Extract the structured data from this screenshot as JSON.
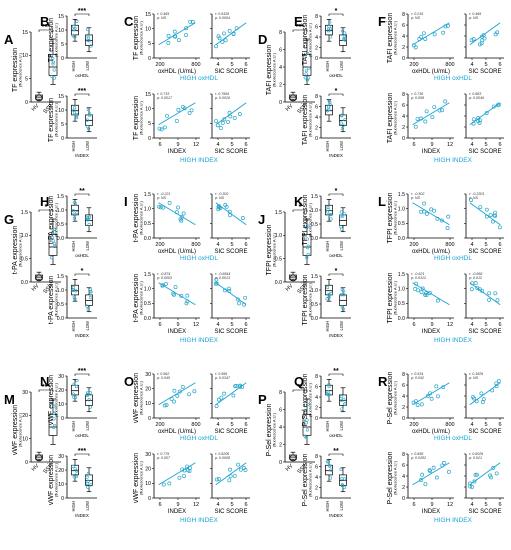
{
  "colors": {
    "accent": "#1aa3d6",
    "marker": "#2aa6c8",
    "box": "#000000"
  },
  "panels": [
    {
      "id": "A",
      "kind": "hv",
      "ylab": "TF expression",
      "ysub": "(fluorescence A.U.)",
      "sig": "***",
      "yticks": [
        "0",
        "5",
        "10",
        "15"
      ]
    },
    {
      "id": "B",
      "kind": "hl",
      "ylab": "TF expression",
      "ysub": "(fluorescence A.U.)",
      "yticks": [
        "0",
        "5",
        "10",
        "15"
      ],
      "top_sig": "***",
      "bot_sig": "***",
      "top_x": "oxHDL",
      "bot_x": "INDEX",
      "cats": [
        "HIGH",
        "LOW"
      ]
    },
    {
      "id": "C",
      "kind": "sc",
      "top_stats": [
        [
          "r: 0.465",
          "p: NS"
        ],
        [
          "r: 0.6326",
          "p: 0.0004"
        ]
      ],
      "bot_stats": [
        [
          "r: 0.733",
          "p: 0.0017"
        ],
        [
          "r: 0.7664",
          "p: 0.0026"
        ]
      ],
      "top_xt": [
        [
          "200",
          "800"
        ],
        [
          "4",
          "5",
          "6"
        ]
      ],
      "bot_xt": [
        [
          "6",
          "9",
          "12"
        ],
        [
          "4",
          "5",
          "6"
        ]
      ],
      "top_xl": [
        "oxHDL (U/mL)",
        "SIC SCORE"
      ],
      "bot_xl": [
        "INDEX",
        "SIC SCORE"
      ],
      "top_banner": "HIGH oxHDL",
      "bot_banner": "HIGH INDEX",
      "yticks": [
        "0",
        "5",
        "10",
        "15"
      ],
      "trends": [
        "up",
        "up",
        "up",
        "up"
      ]
    },
    {
      "id": "D",
      "kind": "hv",
      "ylab": "TAFI expression",
      "ysub": "(fluorescence A.U.)",
      "sig": "***",
      "yticks": [
        "0",
        "2",
        "4",
        "6",
        "8"
      ]
    },
    {
      "id": "E",
      "kind": "hl",
      "ylab": "TAFI expression",
      "ysub": "(fluorescence A.U.)",
      "yticks": [
        "0",
        "2",
        "4",
        "6",
        "8"
      ],
      "top_sig": "*",
      "bot_sig": "*",
      "top_x": "oxHDL",
      "bot_x": "INDEX",
      "cats": [
        "HIGH",
        "LOW"
      ]
    },
    {
      "id": "F",
      "kind": "sc",
      "top_stats": [
        [
          "r: 0.216",
          "p: NS"
        ],
        [
          "r: 0.466",
          "p: NS"
        ]
      ],
      "bot_stats": [
        [
          "r: 0.736",
          "p: 0.008"
        ],
        [
          "r: 0.683",
          "p: 0.0046"
        ]
      ],
      "top_xt": [
        [
          "200",
          "800"
        ],
        [
          "4",
          "5",
          "6"
        ]
      ],
      "bot_xt": [
        [
          "6",
          "9",
          "12"
        ],
        [
          "4",
          "5",
          "6"
        ]
      ],
      "top_xl": [
        "oxHDL (U/mL)",
        "SIC SCORE"
      ],
      "bot_xl": [
        "INDEX",
        "SIC SCORE"
      ],
      "top_banner": "HIGH oxHDL",
      "bot_banner": "HIGH INDEX",
      "yticks": [
        "0",
        "2",
        "4",
        "6",
        "8"
      ],
      "trends": [
        "up",
        "up",
        "up",
        "up"
      ]
    },
    {
      "id": "G",
      "kind": "hv",
      "ylab": "t-PA expression",
      "ysub": "(fluorescence A.U.)",
      "sig": "*",
      "yticks": [
        "0.0",
        "0.5",
        "1.0",
        "1.5"
      ]
    },
    {
      "id": "H",
      "kind": "hl",
      "ylab": "t-PA expression",
      "ysub": "(fluorescence A.U.)",
      "yticks": [
        "0.0",
        "0.5",
        "1.0",
        "1.5"
      ],
      "top_sig": "**",
      "bot_sig": "*",
      "top_x": "oxHDL",
      "bot_x": "INDEX",
      "cats": [
        "HIGH",
        "LOW"
      ]
    },
    {
      "id": "I",
      "kind": "sc",
      "top_stats": [
        [
          "r: -0.221",
          "p: NS"
        ],
        [
          "r: -0.302",
          "p: NS"
        ]
      ],
      "bot_stats": [
        [
          "r: -0.874",
          "p: 0.0003"
        ],
        [
          "r: -0.6844",
          "p: 0.0013"
        ]
      ],
      "top_xt": [
        [
          "200",
          "800"
        ],
        [
          "4",
          "5",
          "6"
        ]
      ],
      "bot_xt": [
        [
          "6",
          "9",
          "12"
        ],
        [
          "4",
          "5",
          "6"
        ]
      ],
      "top_xl": [
        "oxHDL (U/mL)",
        "SIC SCORE"
      ],
      "bot_xl": [
        "INDEX",
        "SIC SCORE"
      ],
      "top_banner": "HIGH oxHDL",
      "bot_banner": "HIGH INDEX",
      "yticks": [
        "0.0",
        "0.5",
        "1.0",
        "1.5"
      ],
      "trends": [
        "down",
        "down",
        "down",
        "down"
      ]
    },
    {
      "id": "J",
      "kind": "hv",
      "ylab": "TFPI expression",
      "ysub": "(fluorescence A.U.)",
      "sig": "*",
      "yticks": [
        "0.0",
        "0.5",
        "1.0",
        "1.5"
      ]
    },
    {
      "id": "K",
      "kind": "hl",
      "ylab": "TFPI expression",
      "ysub": "(fluorescence A.U.)",
      "yticks": [
        "0.0",
        "0.5",
        "1.0",
        "1.5"
      ],
      "top_sig": "*",
      "bot_sig": "*",
      "top_x": "oxHDL",
      "bot_x": "INDEX",
      "cats": [
        "HIGH",
        "LOW"
      ]
    },
    {
      "id": "L",
      "kind": "sc",
      "top_stats": [
        [
          "r: -0.502",
          "p: NS"
        ],
        [
          "r: -0.2301",
          "p: NS"
        ]
      ],
      "bot_stats": [
        [
          "r: -0.621",
          "p: 0.0312"
        ],
        [
          "r: -0.666",
          "p: 0.012"
        ]
      ],
      "top_xt": [
        [
          "200",
          "800"
        ],
        [
          "4",
          "5",
          "6"
        ]
      ],
      "bot_xt": [
        [
          "6",
          "9",
          "12"
        ],
        [
          "4",
          "5",
          "6"
        ]
      ],
      "top_xl": [
        "oxHDL (U/mL)",
        "SIC SCORE"
      ],
      "bot_xl": [
        "INDEX",
        "SIC SCORE"
      ],
      "top_banner": "HIGH oxHDL",
      "bot_banner": "HIGH INDEX",
      "yticks": [
        "0.0",
        "0.5",
        "1.0",
        "1.5"
      ],
      "trends": [
        "down",
        "down",
        "down",
        "down"
      ]
    },
    {
      "id": "M",
      "kind": "hv",
      "ylab": "vWF expression",
      "ysub": "(fluorescence A.U.)",
      "sig": "***",
      "yticks": [
        "0",
        "10",
        "20",
        "30"
      ]
    },
    {
      "id": "N",
      "kind": "hl",
      "ylab": "vWF expression",
      "ysub": "(fluorescence A.U.)",
      "yticks": [
        "0",
        "10",
        "20",
        "30"
      ],
      "top_sig": "***",
      "bot_sig": "***",
      "top_x": "oxHDL",
      "bot_x": "INDEX",
      "cats": [
        "HIGH",
        "LOW"
      ]
    },
    {
      "id": "O",
      "kind": "sc",
      "top_stats": [
        [
          "r: 0.562",
          "p: 0.045"
        ],
        [
          "r: 0.566",
          "p: 0.0347"
        ]
      ],
      "bot_stats": [
        [
          "r: 0.776",
          "p: 0.007"
        ],
        [
          "r: 0.8206",
          "p: 0.0008"
        ]
      ],
      "top_xt": [
        [
          "200",
          "800"
        ],
        [
          "4",
          "5",
          "6"
        ]
      ],
      "bot_xt": [
        [
          "6",
          "9",
          "12"
        ],
        [
          "4",
          "5",
          "6"
        ]
      ],
      "top_xl": [
        "oxHDL (U/mL)",
        "SIC SCORE"
      ],
      "bot_xl": [
        "INDEX",
        "SIC SCORE"
      ],
      "top_banner": "HIGH oxHDL",
      "bot_banner": "HIGH INDEX",
      "yticks": [
        "0",
        "10",
        "20",
        "30"
      ],
      "trends": [
        "up",
        "up",
        "up",
        "up"
      ]
    },
    {
      "id": "P",
      "kind": "hv",
      "ylab": "P-Sel expression",
      "ysub": "(fluorescence A.U.)",
      "sig": "**",
      "yticks": [
        "0",
        "2",
        "4",
        "6",
        "8"
      ]
    },
    {
      "id": "Q",
      "kind": "hl",
      "ylab": "P-Sel expression",
      "ysub": "(fluorescence A.U.)",
      "yticks": [
        "0",
        "2",
        "4",
        "6",
        "8"
      ],
      "top_sig": "**",
      "bot_sig": "**",
      "top_x": "oxHDL",
      "bot_x": "INDEX",
      "cats": [
        "HIGH",
        "LOW"
      ]
    },
    {
      "id": "R",
      "kind": "sc",
      "top_stats": [
        [
          "r: 0.534",
          "p: 0.042"
        ],
        [
          "r: 0.1826",
          "p: NS"
        ]
      ],
      "bot_stats": [
        [
          "r: 0.658",
          "p: 0.0282"
        ],
        [
          "r: 0.6026",
          "p: 0.021"
        ]
      ],
      "top_xt": [
        [
          "200",
          "800"
        ],
        [
          "4",
          "5",
          "6"
        ]
      ],
      "bot_xt": [
        [
          "6",
          "9",
          "12"
        ],
        [
          "4",
          "5",
          "6"
        ]
      ],
      "top_xl": [
        "oxHDL (U/mL)",
        "SIC SCORE"
      ],
      "bot_xl": [
        "INDEX",
        "SIC SCORE"
      ],
      "top_banner": "HIGH oxHDL",
      "bot_banner": "HIGH INDEX",
      "yticks": [
        "0",
        "2",
        "4",
        "6",
        "8"
      ],
      "trends": [
        "up",
        "up",
        "up",
        "up"
      ]
    }
  ],
  "hv_cats": [
    "HV",
    "SSP"
  ],
  "chart_data": {
    "type": "scatter",
    "series": [
      {
        "name": "TF",
        "values": [
          0.465,
          0.6326,
          0.733,
          0.7664
        ]
      },
      {
        "name": "TAFI",
        "values": [
          0.216,
          0.466,
          0.736,
          0.683
        ]
      },
      {
        "name": "t-PA",
        "values": [
          -0.221,
          -0.302,
          -0.874,
          -0.6844
        ]
      },
      {
        "name": "TFPI",
        "values": [
          -0.502,
          -0.2301,
          -0.621,
          -0.666
        ]
      },
      {
        "name": "vWF",
        "values": [
          0.562,
          0.566,
          0.776,
          0.8206
        ]
      },
      {
        "name": "P-Sel",
        "values": [
          0.534,
          0.1826,
          0.658,
          0.6026
        ]
      }
    ]
  }
}
